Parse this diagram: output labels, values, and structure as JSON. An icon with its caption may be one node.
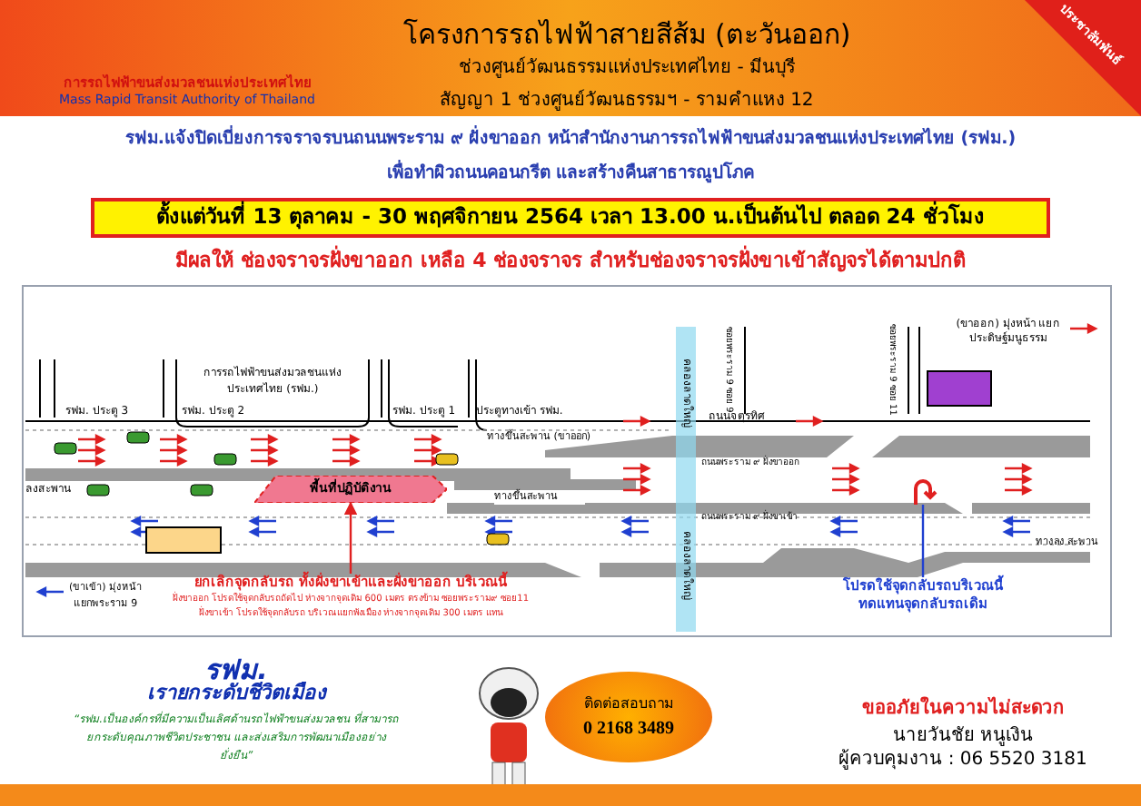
{
  "diagram": {
    "title": "โครงการรถไฟฟ้าสายสีส้ม (ตะวันออก)",
    "nodes": [
      {
        "text": [
          "ตั้งแต่วันที่ 13 ตุลาคม - 30 พฤศจิกายน 2564 เวลา 13.00 น.เป็นต้นไป ตลอด 24 ชั่วโมง"
        ]
      },
      {
        "text": [
          "การรถไฟฟ้าขนส่งมวลชนแห่งประเทศไทย (รฟม.)"
        ]
      },
      {
        "text": [
          "พื้นที่ปฏิบัติงาน"
        ]
      },
      {
        "text": [],
        "shape": "box"
      },
      {
        "text": [],
        "shape": "box"
      },
      {
        "text": [
          "คลองลาดใหญ่",
          "คลองลาดใหญ่"
        ]
      },
      {
        "text": [
          "ยกเลิกจุดกลับรถ ทั้งฝั่งขาเข้าและฝั่งขาออก บริเวณนี้",
          "ฝั่งขาออก โปรดใช้จุดกลับรถถัดไป ห่างจากจุดเดิม 600 เมตร ตรงข้าม ซอยพระราม๙ ซอย11",
          "ฝั่งขาเข้า โปรดใช้จุดกลับรถ บริเวณแยกพังเมือง ห่างจากจุดเดิม 300 เมตร แทน"
        ]
      },
      {
        "text": [
          "โปรดใช้จุดกลับรถบริเวณนี้ ทดแทนจุดกลับรถเดิม"
        ]
      },
      {
        "text": [],
        "shape": "picture"
      },
      {
        "text": [
          "ติดต่อสอบถาม",
          "0 2168 3489"
        ]
      }
    ],
    "edges": [
      {
        "from": 6,
        "to": 2,
        "arrow": "to",
        "color": "#e02020"
      },
      {
        "from": 7,
        "to": 8,
        "arrow": "none",
        "color": "#2040d0"
      }
    ],
    "labels": [
      "การรถไฟฟ้าขนส่งมวลชนแห่งประเทศไทย",
      "Mass Rapid Transit Authority of Thailand",
      "ช่วงศูนย์วัฒนธรรมแห่งประเทศไทย - มีนบุรี",
      "สัญญา 1 ช่วงศูนย์วัฒนธรรมฯ - รามคำแหง 12",
      "ประชาสัมพันธ์",
      "รฟม.แจ้งปิดเบี่ยงการจราจรบนถนนพระราม ๙ ฝั่งขาออก หน้าสำนักงานการรถไฟฟ้าขนส่งมวลชนแห่งประเทศไทย (รฟม.)",
      "เพื่อทำผิวถนนคอนกรีต และสร้างคืนสาธารณูปโภค",
      "มีผลให้ ช่องจราจรฝั่งขาออก เหลือ 4 ช่องจราจร สำหรับช่องจราจรฝั่งขาเข้าสัญจรได้ตามปกติ",
      "(ขาออก) มุ่งหน้า แยกประดิษฐ์มนูธรรม",
      "ซอยพระราม 9 ซอย 9",
      "ซอยพระราม 9 ซอย 11",
      "รฟม. ประตู 3",
      "รฟม. ประตู 2",
      "รฟม. ประตู 1",
      "ประตูทางเข้า รฟม.",
      "ถนนจตุรทิศ",
      "ทางขึ้นสะพาน (ขาออก)",
      "ลงสะพาน",
      "ทางขึ้นสะพาน",
      "ถนนพระราม ๙ ฝั่งขาออก",
      "ถนนพระราม ๙ ฝั่งขาเข้า",
      "ทางลง สะพาน",
      "(ขาเข้า) มุ่งหน้า แยกพระราม 9",
      "รฟม.",
      "เรายกระดับชีวิตเมือง",
      "“รฟม.เป็นองค์กรที่มีความเป็นเลิศด้านรถไฟฟ้าขนส่งมวลชน ที่สามารถยกระดับคุณภาพชีวิตประชาชน และส่งเสริมการพัฒนาเมืองอย่างยั่งยืน”",
      "ขออภัยในความไม่สะดวก",
      "นายวันชัย หนูเงิน",
      "ผู้ควบคุมงาน : 06 5520 3181"
    ]
  }
}
